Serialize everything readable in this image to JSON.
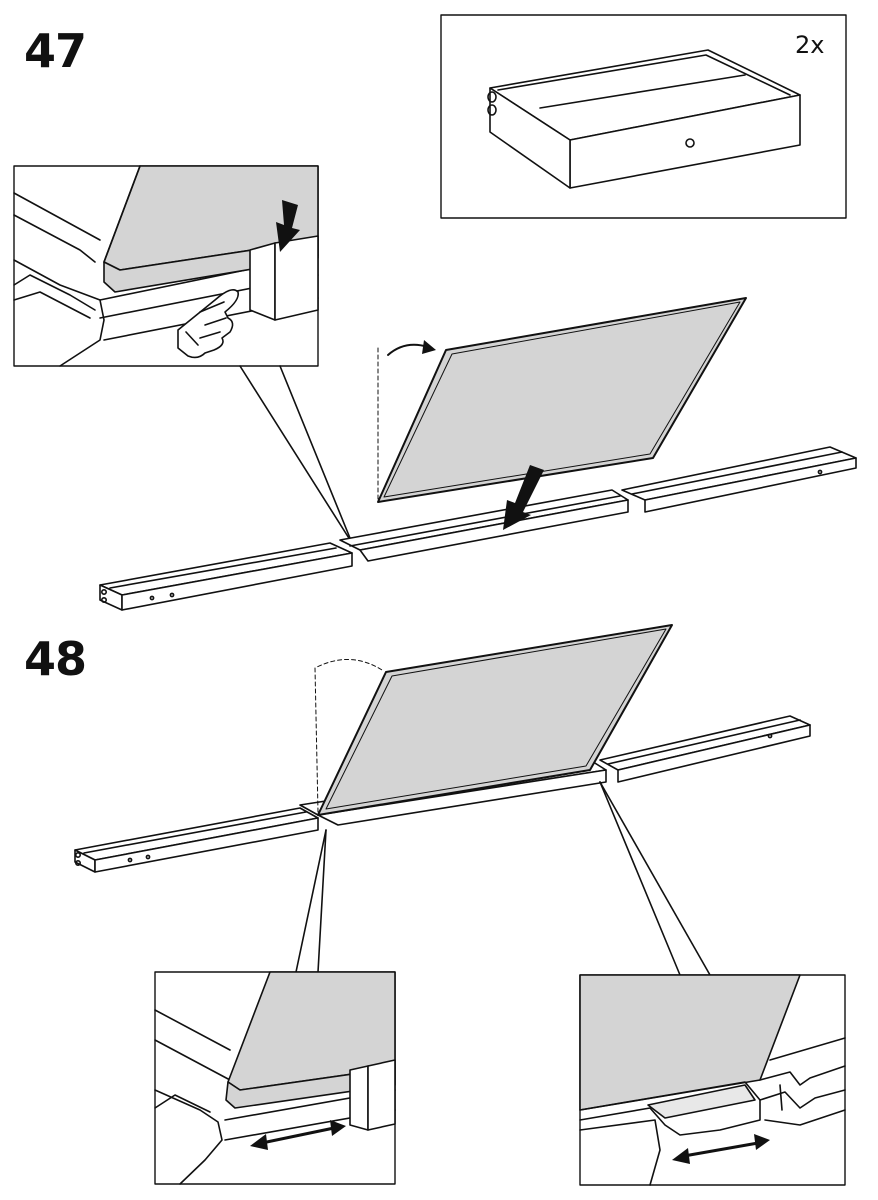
{
  "steps": [
    {
      "number": "47"
    },
    {
      "number": "48"
    }
  ],
  "parts_box": {
    "quantity_label": "2x",
    "item": "drawer"
  },
  "icons": [
    "drawer-icon",
    "hand-press-icon",
    "down-arrow-icon",
    "rotate-arrow-icon",
    "double-arrow-icon"
  ],
  "colors": {
    "panel_fill": "#d4d4d4",
    "line": "#111111",
    "background": "#ffffff"
  }
}
